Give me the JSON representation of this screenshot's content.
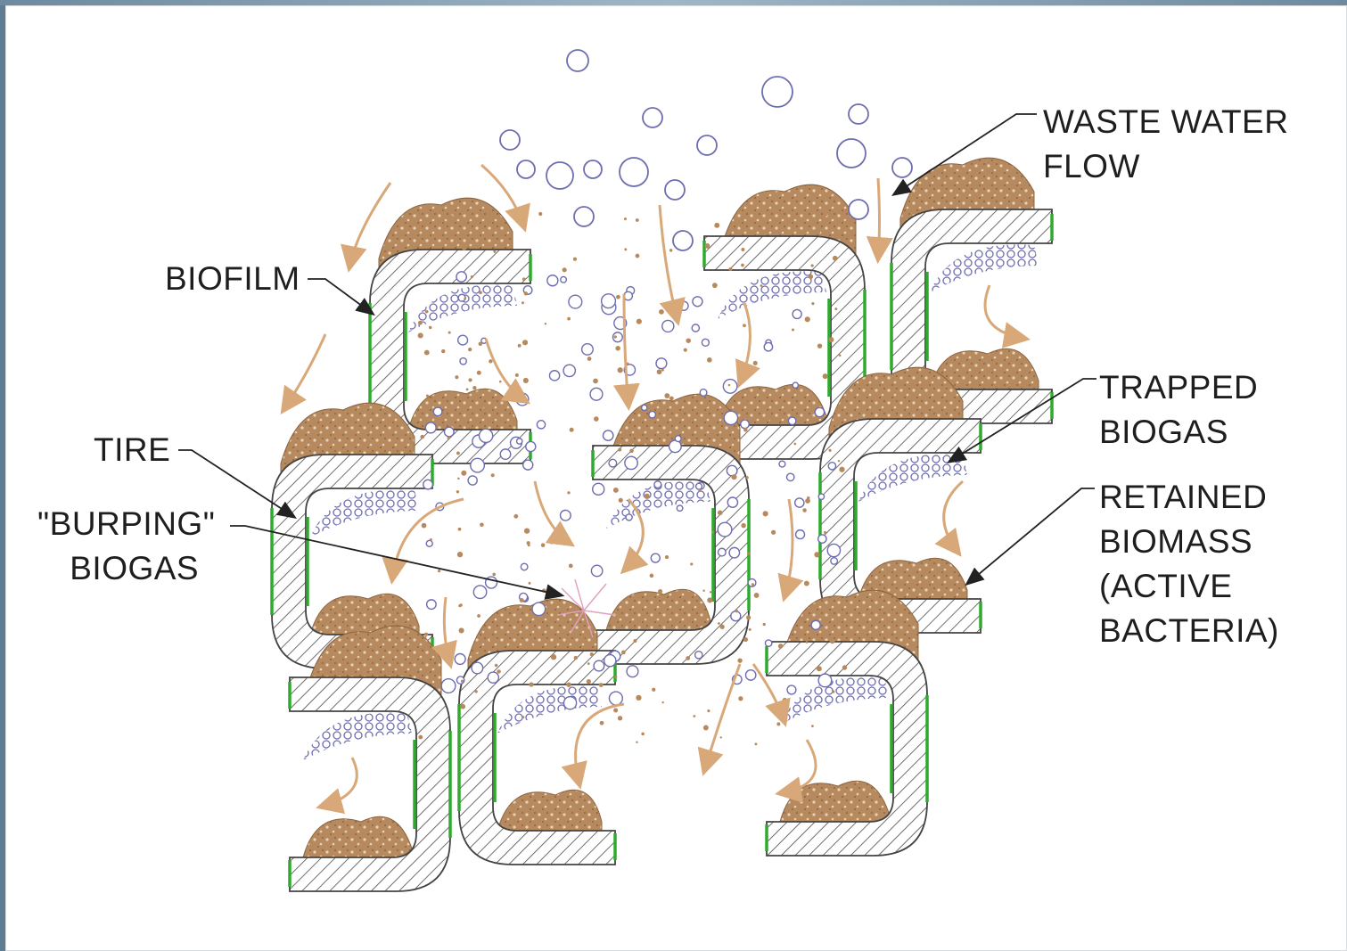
{
  "labels": {
    "waste_water_flow": [
      "WASTE WATER",
      "FLOW"
    ],
    "biofilm": "BIOFILM",
    "tire": "TIRE",
    "burping_biogas": [
      "\"BURPING\"",
      "BIOGAS"
    ],
    "trapped_biogas": [
      "TRAPPED",
      "BIOGAS"
    ],
    "retained_biomass": [
      "RETAINED",
      "BIOMASS",
      "(ACTIVE",
      "BACTERIA)"
    ]
  },
  "colors": {
    "biofilm": "#2eaa2e",
    "biomass": "#b8895c",
    "flow_arrow": "#d9a878",
    "bubble": "#6d6db0",
    "hatch": "#555555",
    "leader": "#222222"
  }
}
